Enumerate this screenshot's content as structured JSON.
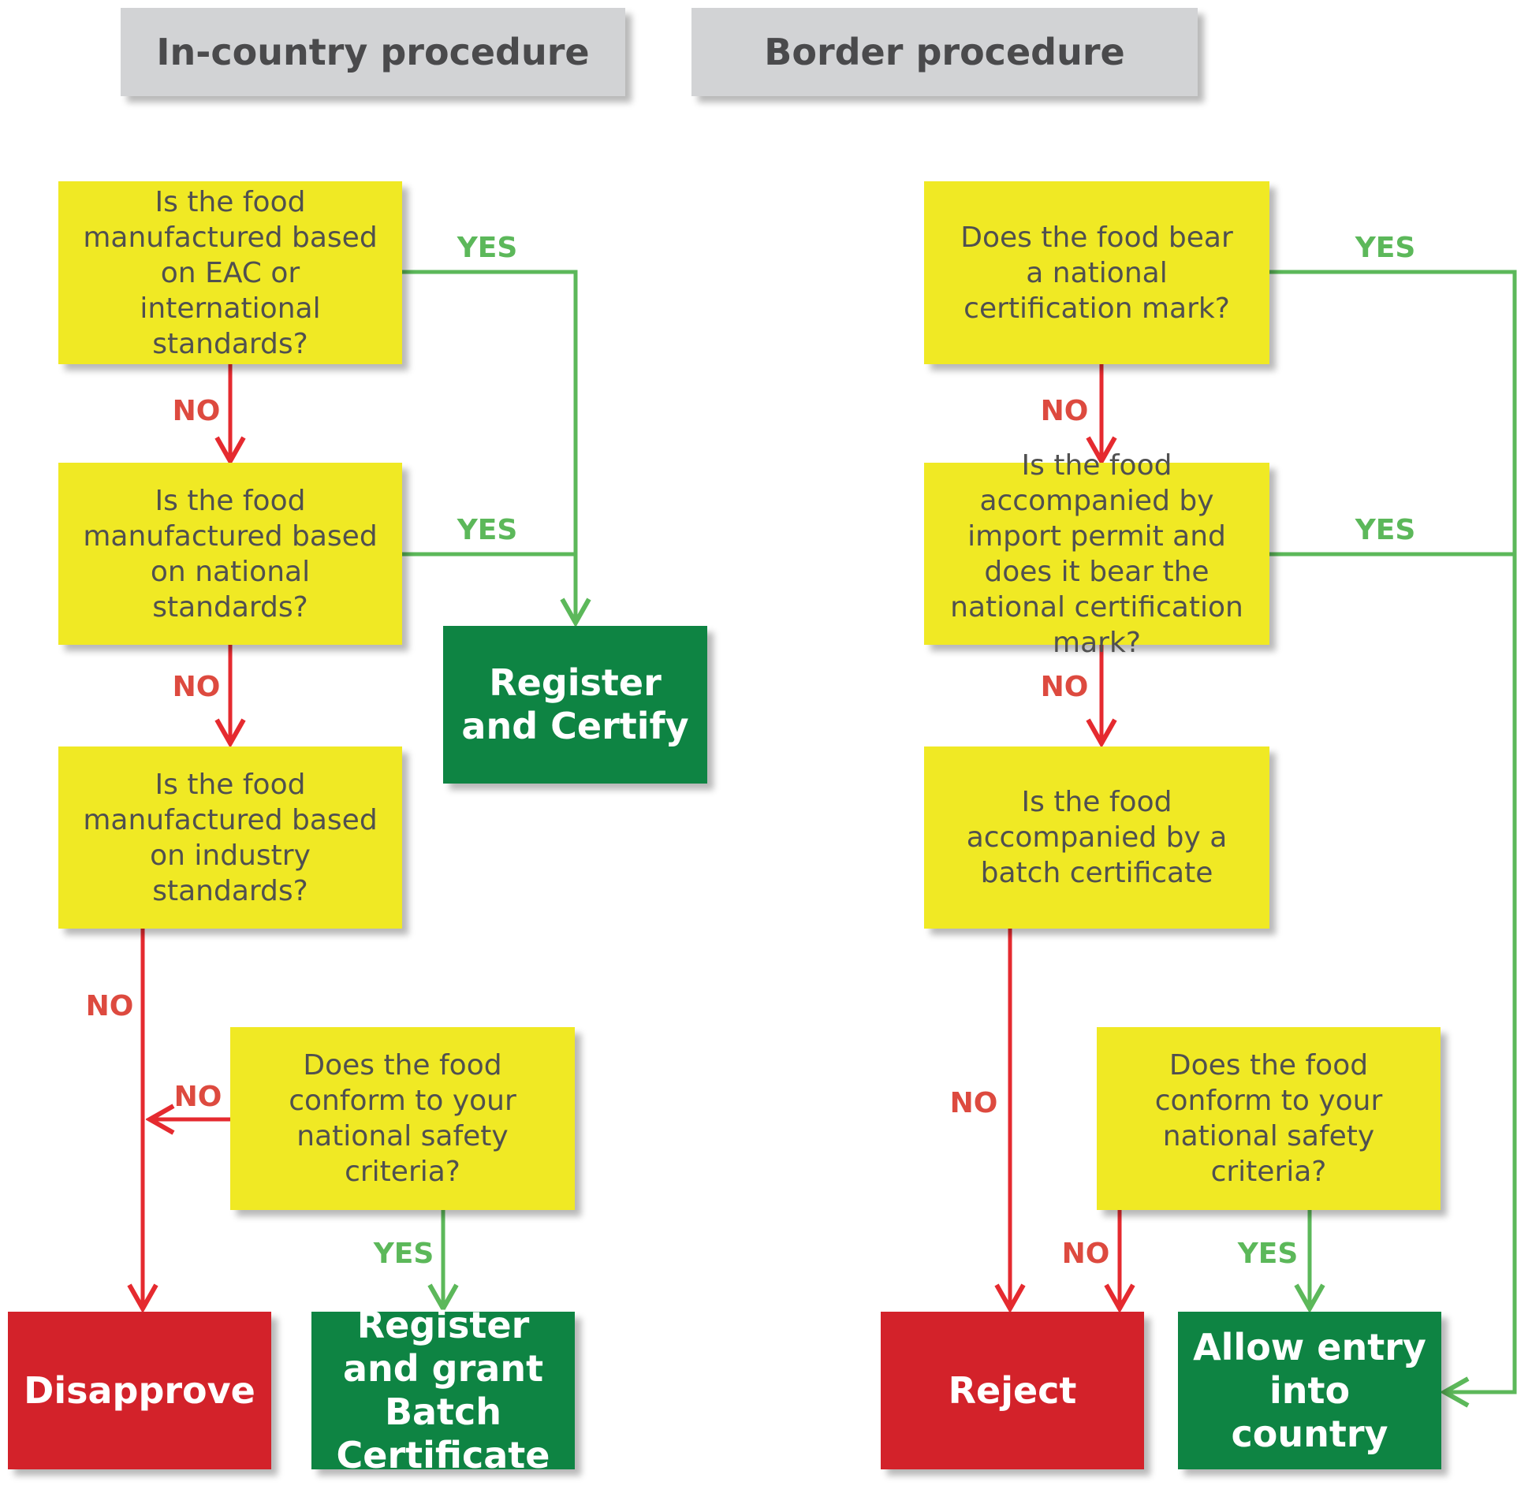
{
  "colors": {
    "header_bg": "#d2d3d5",
    "question_bg": "#f0e924",
    "positive_bg": "#0e8443",
    "negative_bg": "#d3222a",
    "yes_color": "#5cb85a",
    "no_color": "#e52a2f"
  },
  "headers": {
    "in_country": "In-country procedure",
    "border": "Border procedure"
  },
  "in_country": {
    "q1": "Is the food manufactured based on EAC or international standards?",
    "q2": "Is the food manufactured based on national standards?",
    "q3": "Is the food manufactured based on industry standards?",
    "q4": "Does the food conform to your national safety criteria?",
    "register_certify": "Register and Certify",
    "disapprove": "Disapprove",
    "register_batch": "Register and grant Batch Certificate"
  },
  "border": {
    "q1": "Does the food bear a national certification mark?",
    "q2": "Is the food accompanied by import permit and does it bear the national certification mark?",
    "q3": "Is the food accompanied by a batch certificate",
    "q4": "Does the food conform to your national safety criteria?",
    "reject": "Reject",
    "allow_entry": "Allow entry into country"
  },
  "labels": {
    "yes": "YES",
    "no": "NO"
  }
}
